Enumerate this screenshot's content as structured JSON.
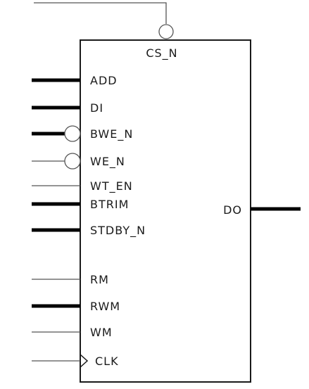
{
  "block": {
    "inputs": [
      {
        "label": "ADD",
        "bus": true,
        "active_low": false
      },
      {
        "label": "DI",
        "bus": true,
        "active_low": false
      },
      {
        "label": "BWE_N",
        "bus": true,
        "active_low": true
      },
      {
        "label": "WE_N",
        "bus": false,
        "active_low": true
      },
      {
        "label": "WT_EN",
        "bus": false,
        "active_low": false
      },
      {
        "label": "BTRIM",
        "bus": true,
        "active_low": false
      },
      {
        "label": "STDBY_N",
        "bus": true,
        "active_low": false
      },
      {
        "label": "RM",
        "bus": false,
        "active_low": false
      },
      {
        "label": "RWM",
        "bus": true,
        "active_low": false
      },
      {
        "label": "WM",
        "bus": false,
        "active_low": false
      },
      {
        "label": "CLK",
        "bus": false,
        "active_low": false,
        "clock": true
      }
    ],
    "top_input": {
      "label": "CS_N",
      "active_low": true
    },
    "outputs": [
      {
        "label": "DO",
        "bus": true
      }
    ]
  }
}
